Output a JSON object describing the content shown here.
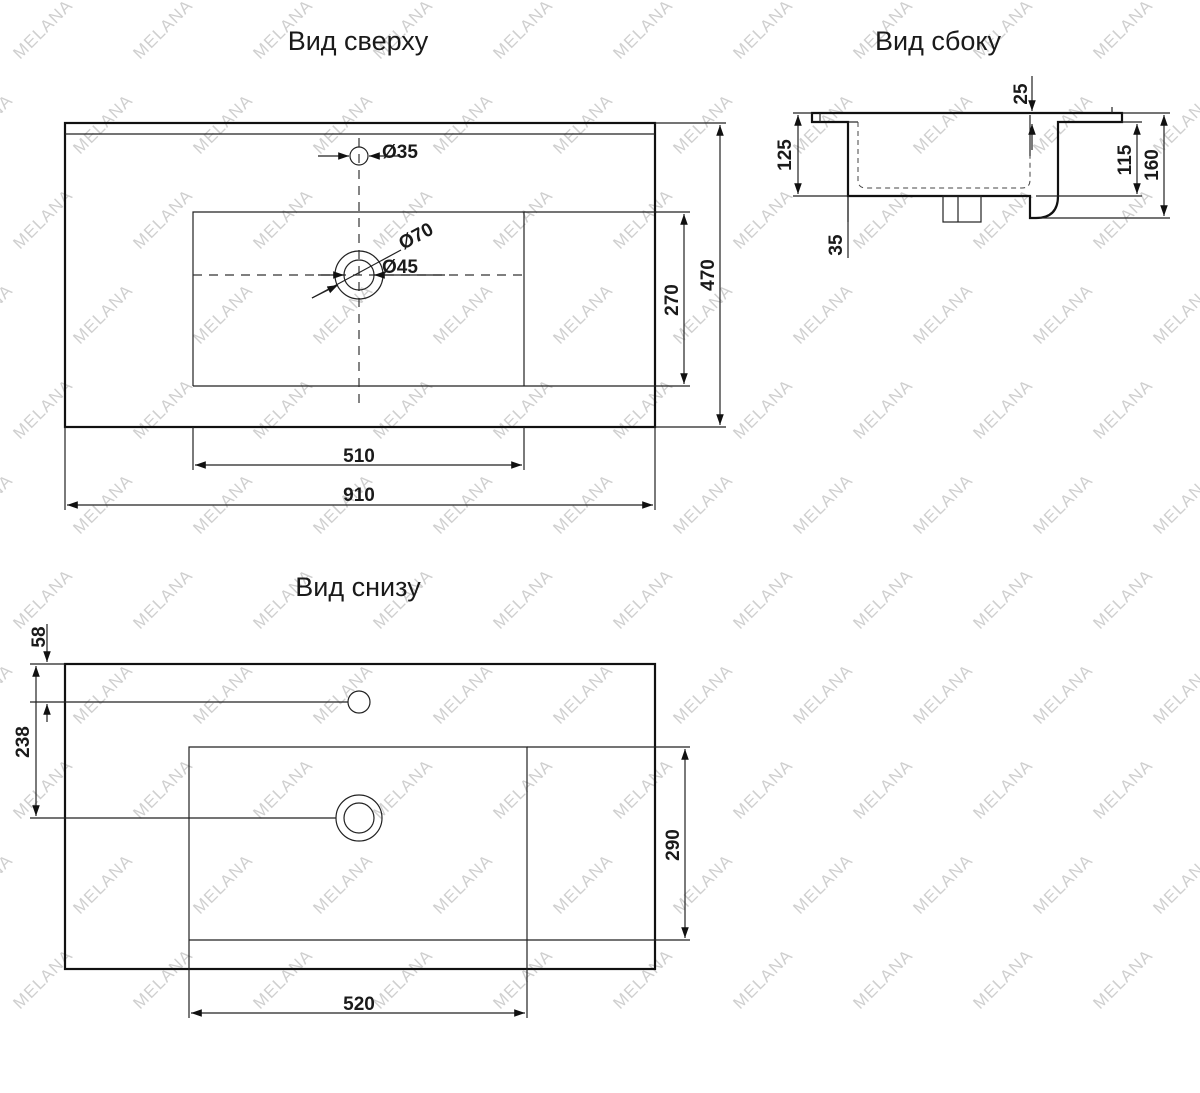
{
  "views": {
    "top": {
      "title": "Вид сверху"
    },
    "side": {
      "title": "Вид сбоку"
    },
    "bottom": {
      "title": "Вид снизу"
    }
  },
  "dimensions": {
    "top": {
      "tap_hole": "Ø35",
      "drain_outer": "Ø70",
      "drain_inner": "Ø45",
      "bowl_depth": "270",
      "total_depth": "470",
      "bowl_width": "510",
      "total_width": "910"
    },
    "side": {
      "rim": "25",
      "left_height": "125",
      "inner_height": "115",
      "total_height": "160",
      "drain_stub": "35"
    },
    "bottom": {
      "tap_offset": "58",
      "drain_offset": "238",
      "bowl_depth": "290",
      "bowl_width": "520"
    }
  },
  "watermark": "MELANA"
}
